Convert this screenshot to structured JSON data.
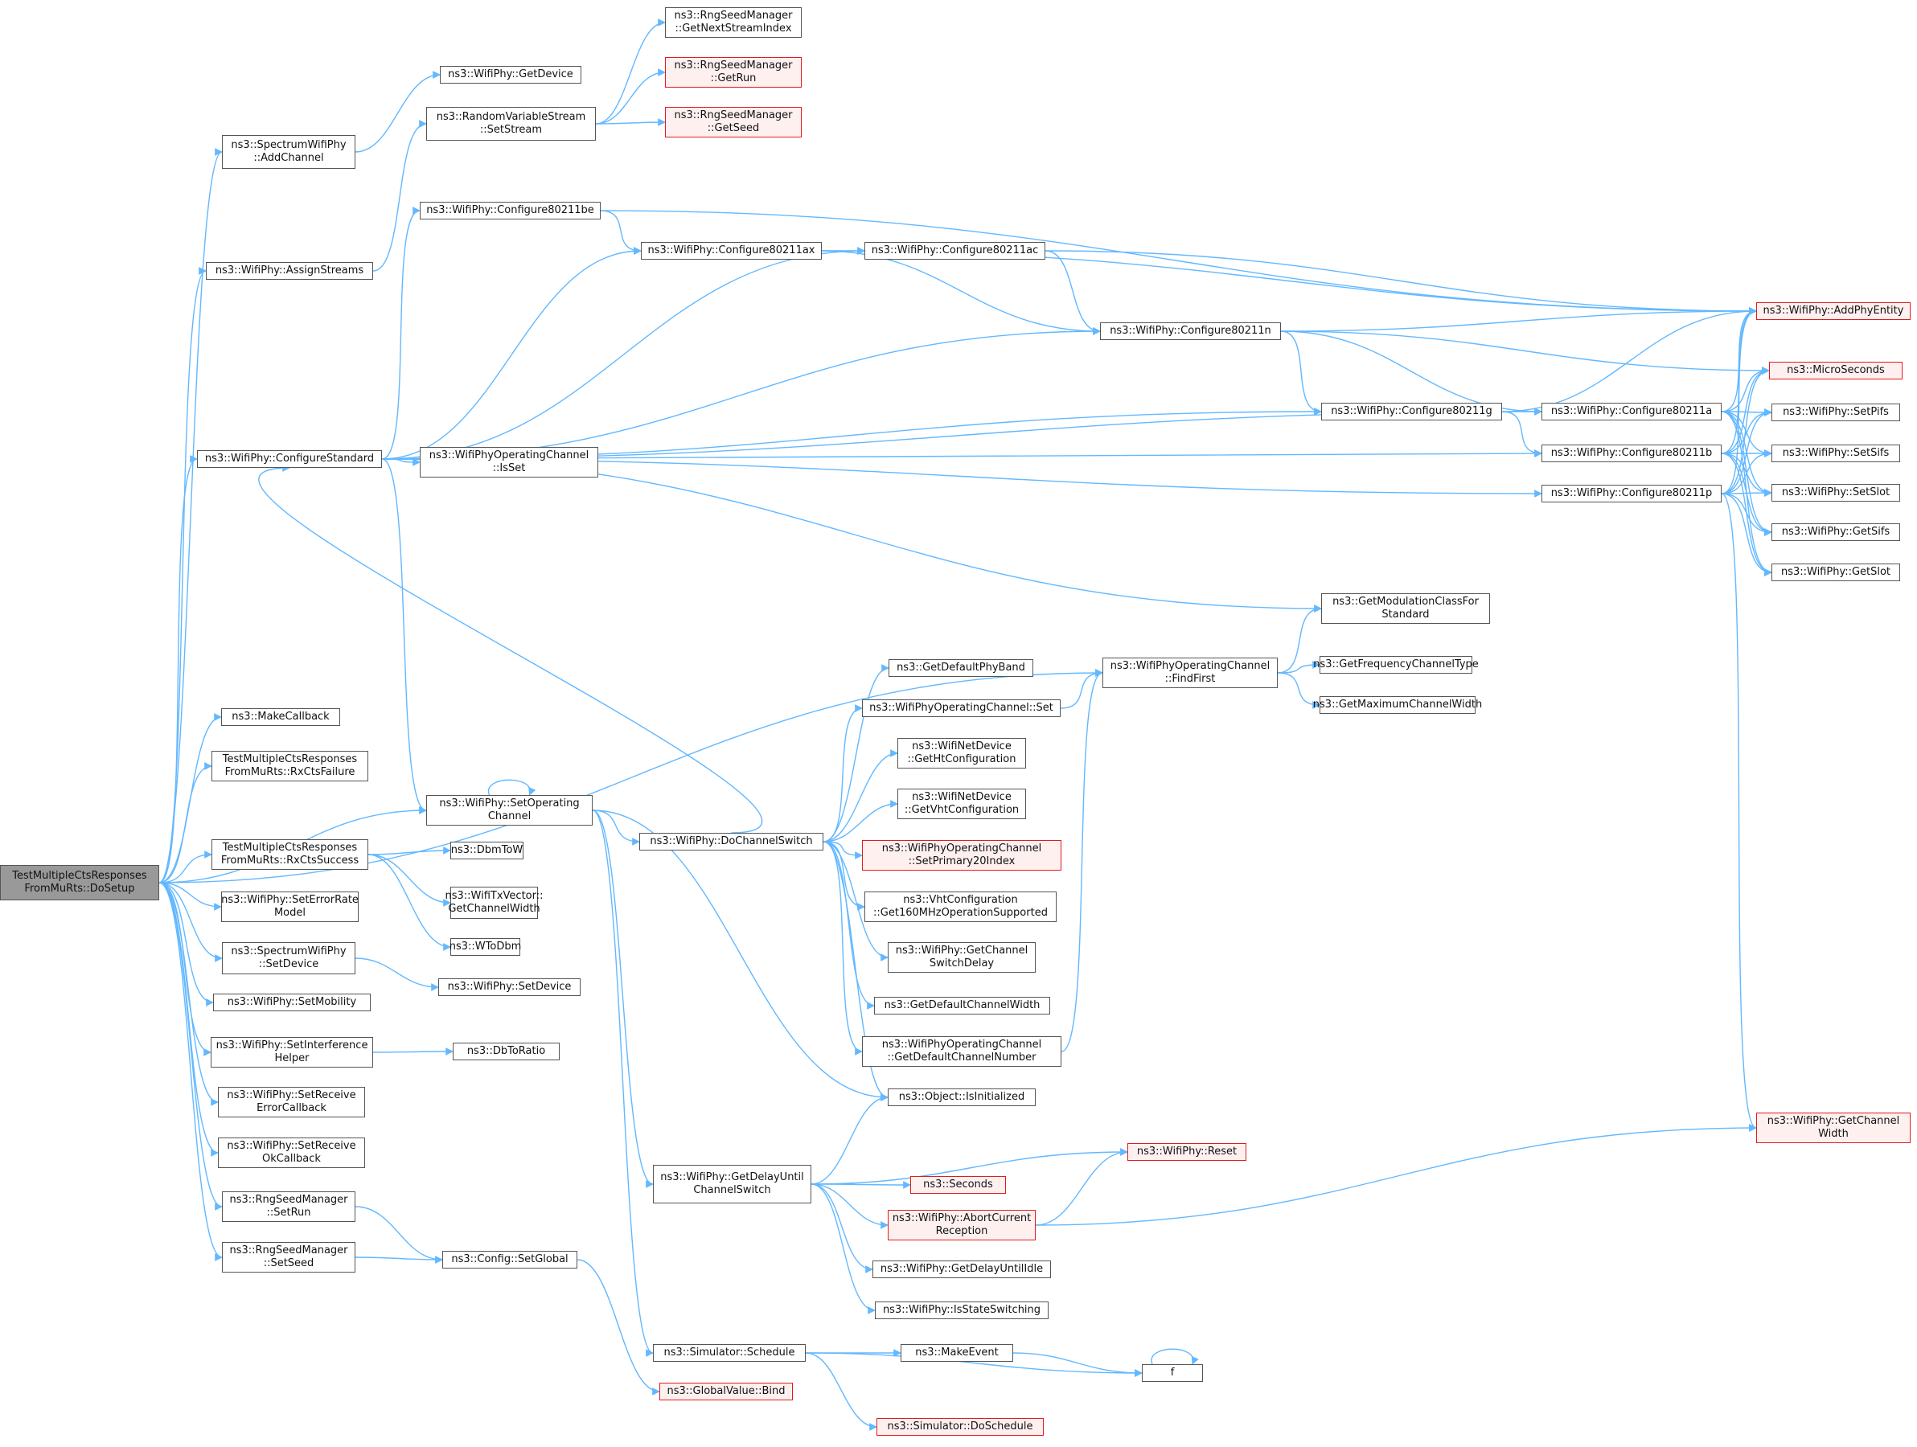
{
  "graph": {
    "edge_color": "#63b8ff",
    "node_border": "#555555",
    "red_border": "#e41a1c",
    "root_fill": "#999999",
    "nodes": [
      {
        "id": "root",
        "label": "TestMultipleCtsResponses\nFromMuRts::DoSetup",
        "style": "root"
      },
      {
        "id": "addchan",
        "label": "ns3::SpectrumWifiPhy\n::AddChannel"
      },
      {
        "id": "getdev",
        "label": "ns3::WifiPhy::GetDevice"
      },
      {
        "id": "assign",
        "label": "ns3::WifiPhy::AssignStreams"
      },
      {
        "id": "setstream",
        "label": "ns3::RandomVariableStream\n::SetStream"
      },
      {
        "id": "rngnext",
        "label": "ns3::RngSeedManager\n::GetNextStreamIndex"
      },
      {
        "id": "rnggetrun",
        "label": "ns3::RngSeedManager\n::GetRun",
        "style": "red"
      },
      {
        "id": "rnggetseed",
        "label": "ns3::RngSeedManager\n::GetSeed",
        "style": "red"
      },
      {
        "id": "cfgstd",
        "label": "ns3::WifiPhy::ConfigureStandard"
      },
      {
        "id": "cfgbe",
        "label": "ns3::WifiPhy::Configure80211be"
      },
      {
        "id": "cfgax",
        "label": "ns3::WifiPhy::Configure80211ax"
      },
      {
        "id": "cfgac",
        "label": "ns3::WifiPhy::Configure80211ac"
      },
      {
        "id": "cfgn",
        "label": "ns3::WifiPhy::Configure80211n"
      },
      {
        "id": "cfgg",
        "label": "ns3::WifiPhy::Configure80211g"
      },
      {
        "id": "cfga",
        "label": "ns3::WifiPhy::Configure80211a"
      },
      {
        "id": "cfgb",
        "label": "ns3::WifiPhy::Configure80211b"
      },
      {
        "id": "cfgp",
        "label": "ns3::WifiPhy::Configure80211p"
      },
      {
        "id": "addphy",
        "label": "ns3::WifiPhy::AddPhyEntity",
        "style": "red"
      },
      {
        "id": "micro",
        "label": "ns3::MicroSeconds",
        "style": "red"
      },
      {
        "id": "setpifs",
        "label": "ns3::WifiPhy::SetPifs"
      },
      {
        "id": "setsifs",
        "label": "ns3::WifiPhy::SetSifs"
      },
      {
        "id": "setslot",
        "label": "ns3::WifiPhy::SetSlot"
      },
      {
        "id": "getsifs",
        "label": "ns3::WifiPhy::GetSifs"
      },
      {
        "id": "getslot",
        "label": "ns3::WifiPhy::GetSlot"
      },
      {
        "id": "isset",
        "label": "ns3::WifiPhyOperatingChannel\n::IsSet"
      },
      {
        "id": "getmod",
        "label": "ns3::GetModulationClassFor\nStandard"
      },
      {
        "id": "findfirst",
        "label": "ns3::WifiPhyOperatingChannel\n::FindFirst"
      },
      {
        "id": "getfreq",
        "label": "ns3::GetFrequencyChannelType"
      },
      {
        "id": "getmaxcw",
        "label": "ns3::GetMaximumChannelWidth"
      },
      {
        "id": "makecb",
        "label": "ns3::MakeCallback"
      },
      {
        "id": "rxfail",
        "label": "TestMultipleCtsResponses\nFromMuRts::RxCtsFailure"
      },
      {
        "id": "setopch",
        "label": "ns3::WifiPhy::SetOperating\nChannel"
      },
      {
        "id": "rxsucc",
        "label": "TestMultipleCtsResponses\nFromMuRts::RxCtsSuccess"
      },
      {
        "id": "seterr",
        "label": "ns3::WifiPhy::SetErrorRate\nModel"
      },
      {
        "id": "specsetdev",
        "label": "ns3::SpectrumWifiPhy\n::SetDevice"
      },
      {
        "id": "setmob",
        "label": "ns3::WifiPhy::SetMobility"
      },
      {
        "id": "setinterf",
        "label": "ns3::WifiPhy::SetInterference\nHelper"
      },
      {
        "id": "setrecverr",
        "label": "ns3::WifiPhy::SetReceive\nErrorCallback"
      },
      {
        "id": "setrecvok",
        "label": "ns3::WifiPhy::SetReceive\nOkCallback"
      },
      {
        "id": "rngsetrun",
        "label": "ns3::RngSeedManager\n::SetRun"
      },
      {
        "id": "rngsetseed",
        "label": "ns3::RngSeedManager\n::SetSeed"
      },
      {
        "id": "dbmtow",
        "label": "ns3::DbmToW"
      },
      {
        "id": "txvec",
        "label": "ns3::WifiTxVector::\nGetChannelWidth"
      },
      {
        "id": "wtodbm",
        "label": "ns3::WToDbm"
      },
      {
        "id": "wifisetdev",
        "label": "ns3::WifiPhy::SetDevice"
      },
      {
        "id": "dbtoratio",
        "label": "ns3::DbToRatio"
      },
      {
        "id": "cfgset",
        "label": "ns3::Config::SetGlobal"
      },
      {
        "id": "bind",
        "label": "ns3::GlobalValue::Bind",
        "style": "red"
      },
      {
        "id": "dochsw",
        "label": "ns3::WifiPhy::DoChannelSwitch"
      },
      {
        "id": "getdefband",
        "label": "ns3::GetDefaultPhyBand"
      },
      {
        "id": "opchset",
        "label": "ns3::WifiPhyOperatingChannel::Set"
      },
      {
        "id": "getht",
        "label": "ns3::WifiNetDevice\n::GetHtConfiguration"
      },
      {
        "id": "getvht",
        "label": "ns3::WifiNetDevice\n::GetVhtConfiguration"
      },
      {
        "id": "setprim",
        "label": "ns3::WifiPhyOperatingChannel\n::SetPrimary20Index",
        "style": "red"
      },
      {
        "id": "get160",
        "label": "ns3::VhtConfiguration\n::Get160MHzOperationSupported"
      },
      {
        "id": "getchsw",
        "label": "ns3::WifiPhy::GetChannel\nSwitchDelay"
      },
      {
        "id": "getdefcw",
        "label": "ns3::GetDefaultChannelWidth"
      },
      {
        "id": "getdefcn",
        "label": "ns3::WifiPhyOperatingChannel\n::GetDefaultChannelNumber"
      },
      {
        "id": "isinit",
        "label": "ns3::Object::IsInitialized"
      },
      {
        "id": "getdelay",
        "label": "ns3::WifiPhy::GetDelayUntil\nChannelSwitch"
      },
      {
        "id": "reset",
        "label": "ns3::WifiPhy::Reset",
        "style": "red"
      },
      {
        "id": "seconds",
        "label": "ns3::Seconds",
        "style": "red"
      },
      {
        "id": "abort",
        "label": "ns3::WifiPhy::AbortCurrent\nReception",
        "style": "red"
      },
      {
        "id": "getdelayidle",
        "label": "ns3::WifiPhy::GetDelayUntilIdle"
      },
      {
        "id": "isstatesw",
        "label": "ns3::WifiPhy::IsStateSwitching"
      },
      {
        "id": "schedule",
        "label": "ns3::Simulator::Schedule"
      },
      {
        "id": "makeevent",
        "label": "ns3::MakeEvent"
      },
      {
        "id": "f",
        "label": "f"
      },
      {
        "id": "dosched",
        "label": "ns3::Simulator::DoSchedule",
        "style": "red"
      },
      {
        "id": "getchw",
        "label": "ns3::WifiPhy::GetChannel\nWidth",
        "style": "red"
      }
    ]
  }
}
